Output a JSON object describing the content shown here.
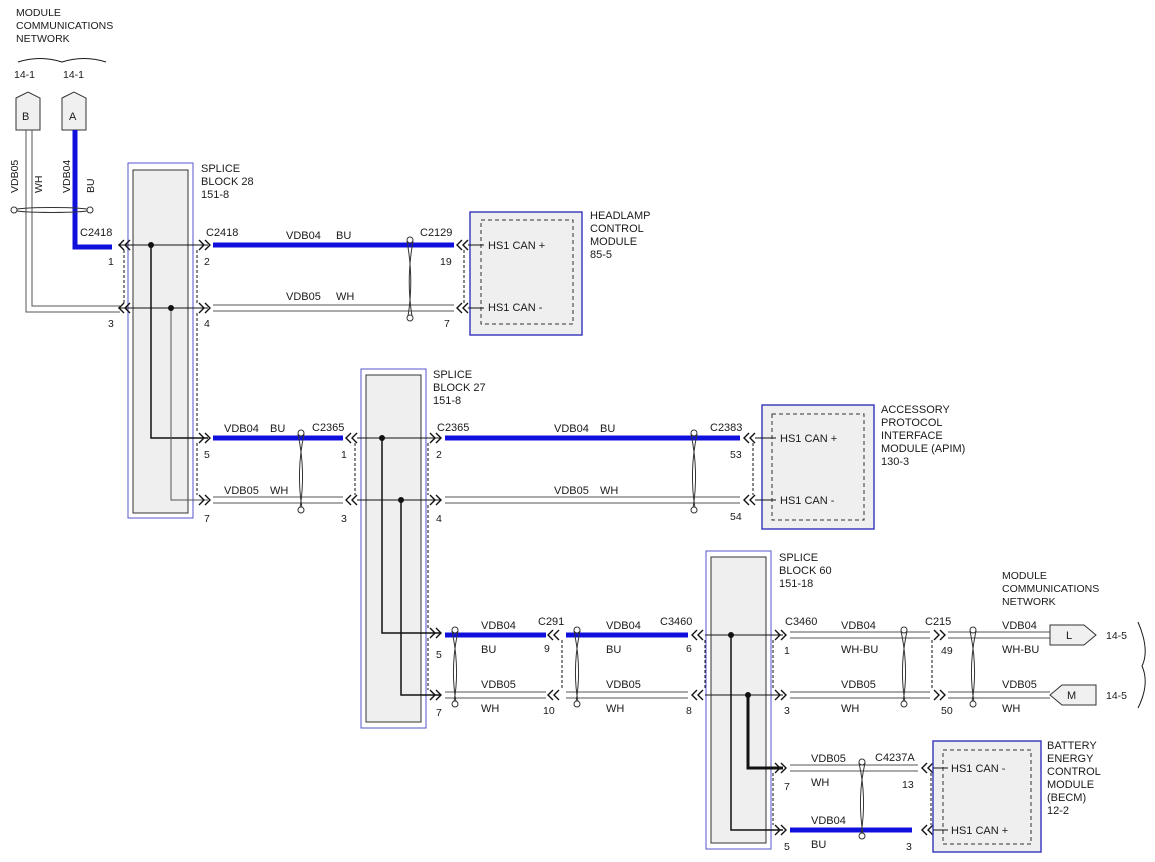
{
  "network_top": {
    "title": [
      "MODULE",
      "COMMUNICATIONS",
      "NETWORK"
    ],
    "ref_b": "14-1",
    "ref_a": "14-1",
    "conn_b": "B",
    "conn_a": "A",
    "wire_b": "VDB05",
    "wire_b_color": "WH",
    "wire_a": "VDB04",
    "wire_a_color": "BU"
  },
  "splice28": {
    "title": [
      "SPLICE",
      "BLOCK 28",
      "151-8"
    ],
    "left_conn": "C2418",
    "right_conn": "C2418",
    "pins": {
      "l1": "1",
      "l3": "3",
      "r2": "2",
      "r4": "4",
      "r5": "5",
      "r7": "7"
    }
  },
  "hcm": {
    "title": [
      "HEADLAMP",
      "CONTROL",
      "MODULE",
      "85-5"
    ],
    "conn": "C2129",
    "pin_plus": "19",
    "pin_minus": "7",
    "label_plus": "HS1 CAN +",
    "label_minus": "HS1 CAN -",
    "wire_plus": "VDB04",
    "wire_plus_color": "BU",
    "wire_minus": "VDB05",
    "wire_minus_color": "WH"
  },
  "splice27": {
    "title": [
      "SPLICE",
      "BLOCK 27",
      "151-8"
    ],
    "left_conn": "C2365",
    "right_conn": "C2365",
    "wire_plus": "VDB04",
    "wire_plus_color": "BU",
    "wire_minus": "VDB05",
    "wire_minus_color": "WH",
    "pins": {
      "l1": "1",
      "l3": "3",
      "r2": "2",
      "r4": "4",
      "r5": "5",
      "r7": "7"
    }
  },
  "apim": {
    "title": [
      "ACCESSORY",
      "PROTOCOL",
      "INTERFACE",
      "MODULE (APIM)",
      "130-3"
    ],
    "conn": "C2383",
    "pin_plus": "53",
    "pin_minus": "54",
    "label_plus": "HS1 CAN +",
    "label_minus": "HS1 CAN -",
    "wire_plus": "VDB04",
    "wire_plus_color": "BU",
    "wire_minus": "VDB05",
    "wire_minus_color": "WH"
  },
  "c291": {
    "conn": "C291",
    "pin_a": "9",
    "pin_b": "10",
    "wire_plus": "VDB04",
    "wire_plus_color": "BU",
    "wire_minus": "VDB05",
    "wire_minus_color": "WH"
  },
  "splice60": {
    "title": [
      "SPLICE",
      "BLOCK 60",
      "151-18"
    ],
    "left_conn": "C3460",
    "right_conn": "C3460",
    "pins": {
      "l6": "6",
      "l8": "8",
      "r1": "1",
      "r3": "3",
      "r7": "7",
      "r5": "5"
    },
    "wire_plus": "VDB04",
    "wire_plus_color": "BU",
    "wire_minus": "VDB05",
    "wire_minus_color": "WH"
  },
  "c215": {
    "conn": "C215",
    "pin_a": "49",
    "pin_b": "50",
    "wire_plus": "VDB04",
    "wire_plus_color": "WH-BU",
    "wire_minus": "VDB05",
    "wire_minus_color": "WH"
  },
  "network_right": {
    "title": [
      "MODULE",
      "COMMUNICATIONS",
      "NETWORK"
    ],
    "conn_l": "L",
    "conn_m": "M",
    "ref_l": "14-5",
    "ref_m": "14-5",
    "wire_l": "VDB04",
    "wire_l_color": "WH-BU",
    "wire_m": "VDB05",
    "wire_m_color": "WH"
  },
  "becm": {
    "title": [
      "BATTERY",
      "ENERGY",
      "CONTROL",
      "MODULE",
      "(BECM)",
      "12-2"
    ],
    "conn": "C4237A",
    "pin_minus": "13",
    "pin_plus": "3",
    "label_minus": "HS1 CAN -",
    "label_plus": "HS1 CAN +",
    "wire_minus": "VDB05",
    "wire_minus_color": "WH",
    "wire_plus": "VDB04",
    "wire_plus_color": "BU"
  },
  "colors": {
    "can_high": "#1010dd",
    "module_border": "#3333bb",
    "module_fill": "#f0f0f0",
    "wire": "#555555",
    "ink": "#1a1a1a"
  }
}
